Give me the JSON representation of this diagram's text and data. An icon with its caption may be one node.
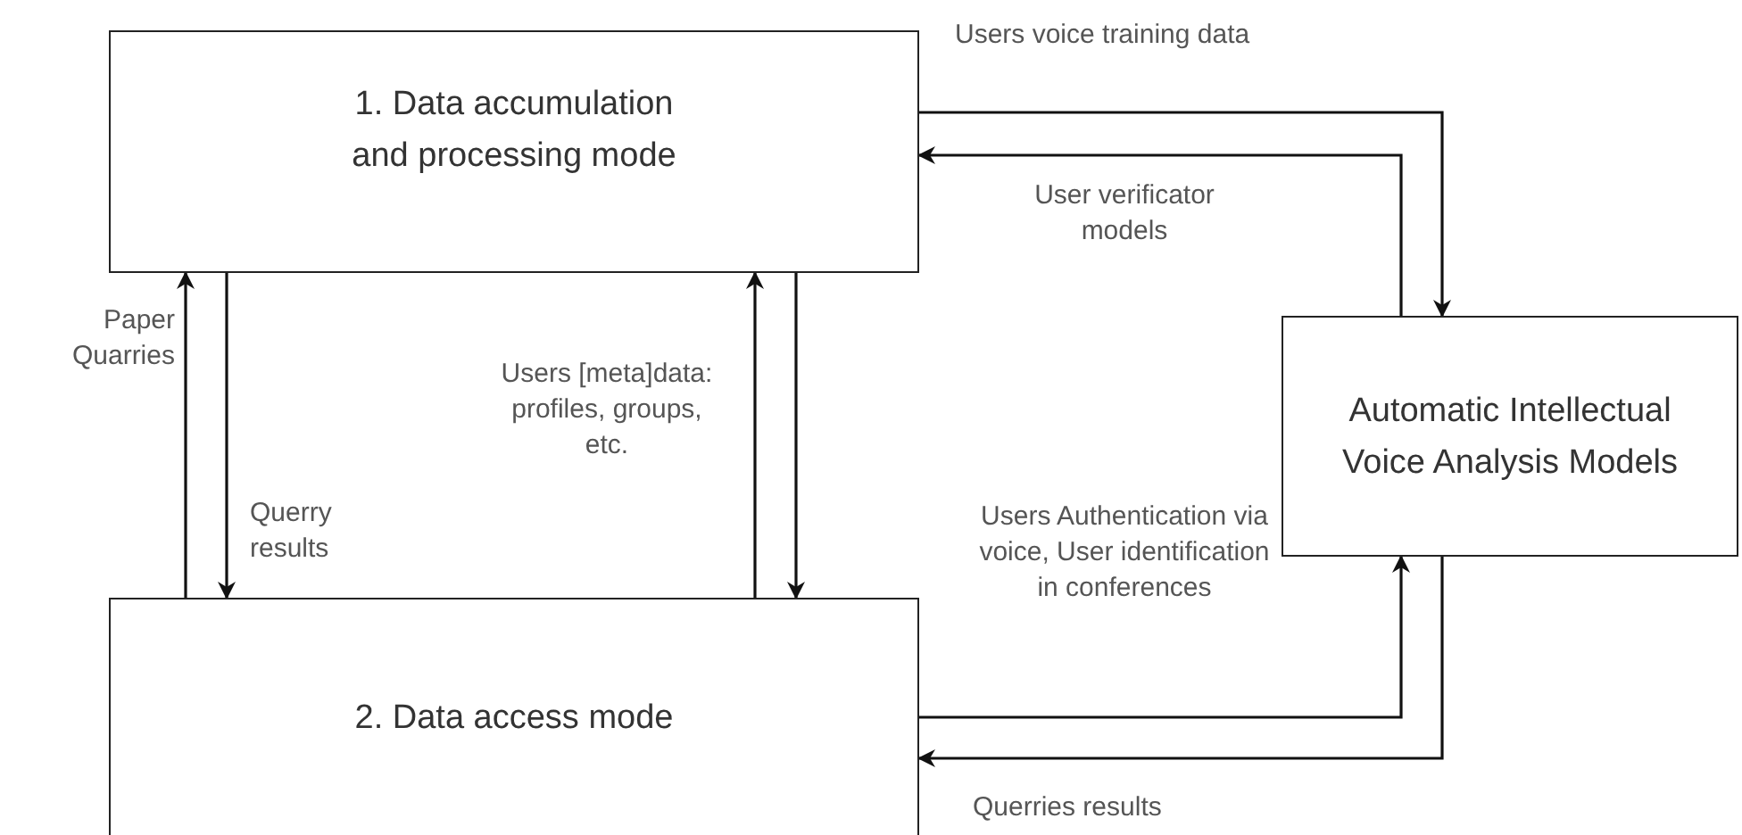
{
  "diagram": {
    "nodes": [
      {
        "text": [
          "1. Data accumulation and processing mode"
        ]
      },
      {
        "text": [
          "2. Data access mode"
        ]
      },
      {
        "text": [
          "Automatic Intellectual Voice Analysis Models"
        ]
      }
    ],
    "edges": [
      {
        "from": 1,
        "to": 0,
        "arrow": "to",
        "label": "Paper Quarries"
      },
      {
        "from": 0,
        "to": 1,
        "arrow": "to",
        "label": "Querry results"
      },
      {
        "from": 1,
        "to": 0,
        "arrow": "to",
        "label": "Users [meta]data: profiles, groups, etc."
      },
      {
        "from": 0,
        "to": 1,
        "arrow": "to"
      },
      {
        "from": 0,
        "to": 2,
        "arrow": "to",
        "label": "Users voice training data"
      },
      {
        "from": 2,
        "to": 0,
        "arrow": "to",
        "label": "User verificator models"
      },
      {
        "from": 1,
        "to": 2,
        "arrow": "to",
        "label": "Users Authentication via voice, User identification in conferences"
      },
      {
        "from": 2,
        "to": 1,
        "arrow": "to",
        "label": "Querries results"
      }
    ]
  }
}
